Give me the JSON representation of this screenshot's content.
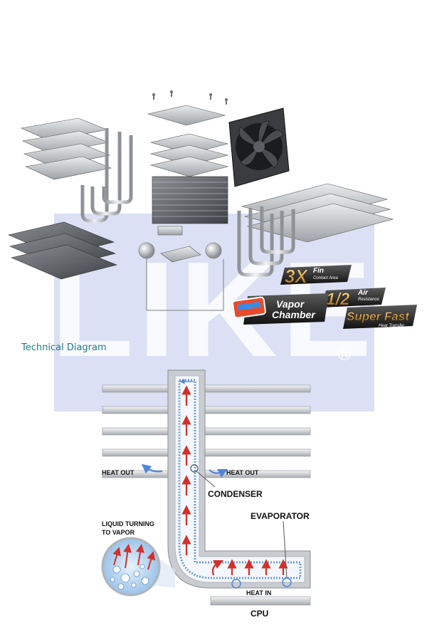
{
  "colors": {
    "watermark": "#b9c3e6",
    "metal_light": "#d7d9dc",
    "metal_dark": "#5d6064",
    "pipe": "#c9ccd0",
    "vapor_blue": "#4f86d6",
    "heat_red": "#d2302a",
    "caption": "#1f7d86",
    "badge_gold": "#c89a4a"
  },
  "watermark": {
    "text": "LIKE",
    "registered_mark": "®"
  },
  "section_caption": "Technical Diagram",
  "badges": {
    "fin": {
      "big": "3X",
      "word": "Fin",
      "sub": "Contact Area"
    },
    "air": {
      "big": "1/2",
      "word": "Air",
      "sub": "Resistance"
    },
    "vapor": {
      "line1": "Vapor",
      "line2": "Chamber"
    },
    "transfer": {
      "big": "Super Fast",
      "sub": "Heat Transfer"
    }
  },
  "labels": {
    "heat_out_left": "HEAT OUT",
    "heat_out_right": "HEAT OUT",
    "condenser": "CONDENSER",
    "evaporator": "EVAPORATOR",
    "liquid_line1": "LIQUID TURNING",
    "liquid_line2": "TO VAPOR",
    "heat_in": "HEAT IN",
    "cpu": "CPU"
  },
  "icons": [
    "screw-icon",
    "fan-icon",
    "heat-arrow-icon",
    "vapor-bubble-icon"
  ]
}
